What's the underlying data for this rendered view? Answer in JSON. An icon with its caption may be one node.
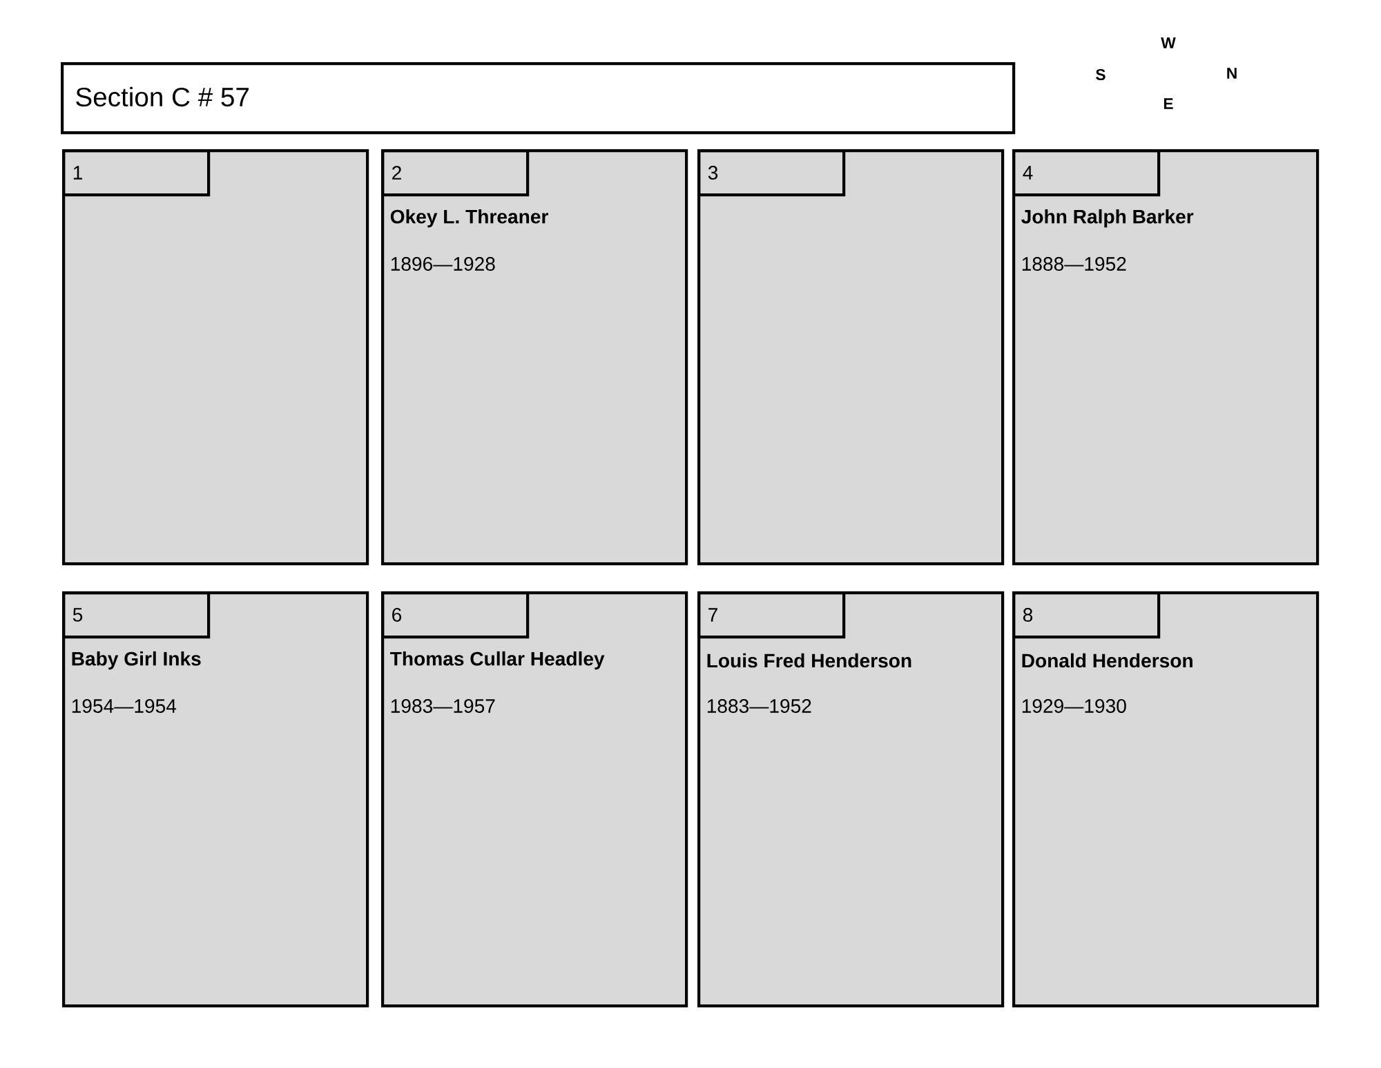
{
  "diagram": {
    "nodes": [
      {
        "text": [
          "Section C # 57"
        ]
      },
      {
        "text": [],
        "shape": "box"
      },
      {
        "text": [
          "1"
        ],
        "in": 1
      },
      {
        "text": [
          "Okey L. Threaner",
          "1896—1928"
        ]
      },
      {
        "text": [
          "2"
        ],
        "in": 3
      },
      {
        "text": [],
        "shape": "box"
      },
      {
        "text": [
          "3"
        ],
        "in": 5
      },
      {
        "text": [
          "John Ralph Barker",
          "1888—1952"
        ]
      },
      {
        "text": [
          "4"
        ],
        "in": 7
      },
      {
        "text": [
          "Baby Girl Inks",
          "1954—1954"
        ]
      },
      {
        "text": [
          "5"
        ],
        "in": 9
      },
      {
        "text": [
          "Thomas Cullar Headley",
          "1983—1957"
        ]
      },
      {
        "text": [
          "6"
        ],
        "in": 11
      },
      {
        "text": [
          "Louis Fred Henderson",
          "1883—1952"
        ]
      },
      {
        "text": [
          "7"
        ],
        "in": 13
      },
      {
        "text": [
          "Donald Henderson",
          "1929—1930"
        ]
      },
      {
        "text": [
          "8"
        ],
        "in": 15
      }
    ],
    "labels": [
      "W",
      "S",
      "N",
      "E"
    ]
  }
}
